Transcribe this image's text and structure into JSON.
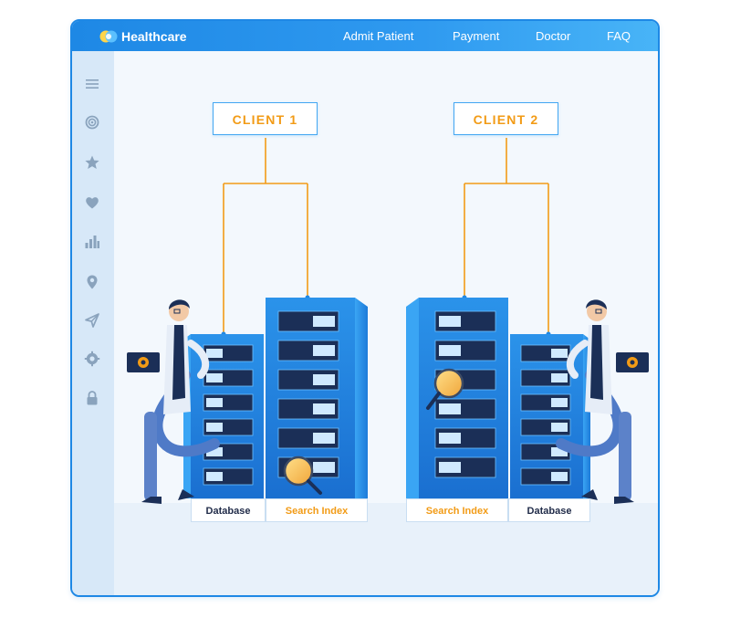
{
  "header": {
    "brand": "Healthcare",
    "nav": [
      "Admit Patient",
      "Payment",
      "Doctor",
      "FAQ"
    ]
  },
  "sidebar": {
    "icons": [
      "menu-icon",
      "target-icon",
      "star-icon",
      "heart-icon",
      "bar-chart-icon",
      "location-pin-icon",
      "send-icon",
      "settings-icon",
      "lock-icon"
    ]
  },
  "diagram": {
    "client_left": "CLIENT 1",
    "client_right": "CLIENT 2",
    "left_labels": [
      "Database",
      "Search Index"
    ],
    "right_labels": [
      "Search Index",
      "Database"
    ]
  },
  "colors": {
    "primary": "#1e88e5",
    "accent": "#f29b16",
    "dark": "#222d4a"
  }
}
